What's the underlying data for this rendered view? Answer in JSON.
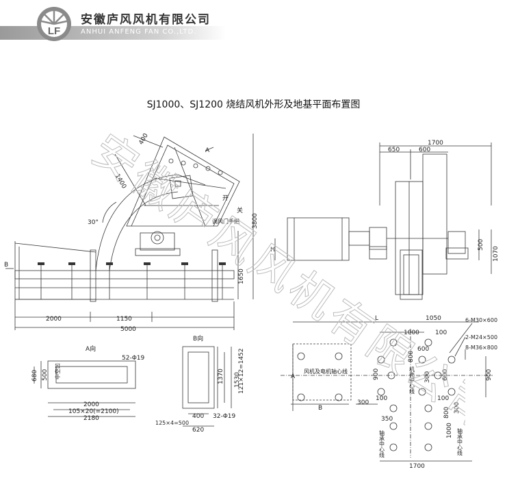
{
  "header": {
    "company_cn": "安徽庐风风机有限公司",
    "company_en": "ANHUI ANFENG FAN CO.,LTD.",
    "logo_text": "LF"
  },
  "title": "SJ1000、SJ1200 烧结风机外形及地基平面布置图",
  "watermark": "安徽庐风风机有限公司",
  "side_view": {
    "dims": {
      "d400": "400",
      "d1400": "1400",
      "d30": "30°",
      "d3800": "3800",
      "d1650": "1650",
      "d2000": "2000",
      "d1150": "1150",
      "d5000": "5000"
    },
    "labels": {
      "arrow_a": "A",
      "arrow_b": "B",
      "open": "开",
      "close": "关",
      "valve_note": "调风门手把"
    }
  },
  "plan_view": {
    "dims": {
      "d1700": "1700",
      "d650": "650",
      "d600": "600",
      "d500": "500",
      "d1070": "1070",
      "h": "H"
    }
  },
  "view_a": {
    "caption": "A向",
    "dims": {
      "holes": "52-Φ19",
      "d680": "680",
      "d500": "500",
      "d2000": "2000",
      "pitch": "105×20(=2100)",
      "d2180": "2180",
      "inner": "中空凹"
    }
  },
  "view_b": {
    "caption": "B向",
    "dims": {
      "d1370": "1370",
      "d1452": "121×12=1452",
      "d1530": "1530",
      "d400": "400",
      "holes": "32-Φ19",
      "d620": "620",
      "pitch": "125×4=500"
    }
  },
  "foundation": {
    "dims": {
      "L": "L",
      "d1050": "1050",
      "d1000": "1000",
      "d100a": "100",
      "d600a": "600",
      "d800a": "800",
      "d900a": "900",
      "d300a": "300",
      "d600b": "600",
      "d900b": "900",
      "d100b": "100",
      "d300b": "300",
      "d100c": "100",
      "d350": "350",
      "d800b": "800",
      "d1000b": "1000",
      "d300c": "300",
      "d1700": "1700",
      "A": "A",
      "B": "B"
    },
    "bolts": {
      "m30": "6-M30×600",
      "m24": "2-M24×500",
      "m36": "8-M36×800"
    },
    "notes": {
      "motor_center": "风机及电机轴心线",
      "casing_center": "机壳中心线",
      "bearing_center_left": "轴承中心线",
      "bearing_center_right": "轴承中心线"
    }
  }
}
